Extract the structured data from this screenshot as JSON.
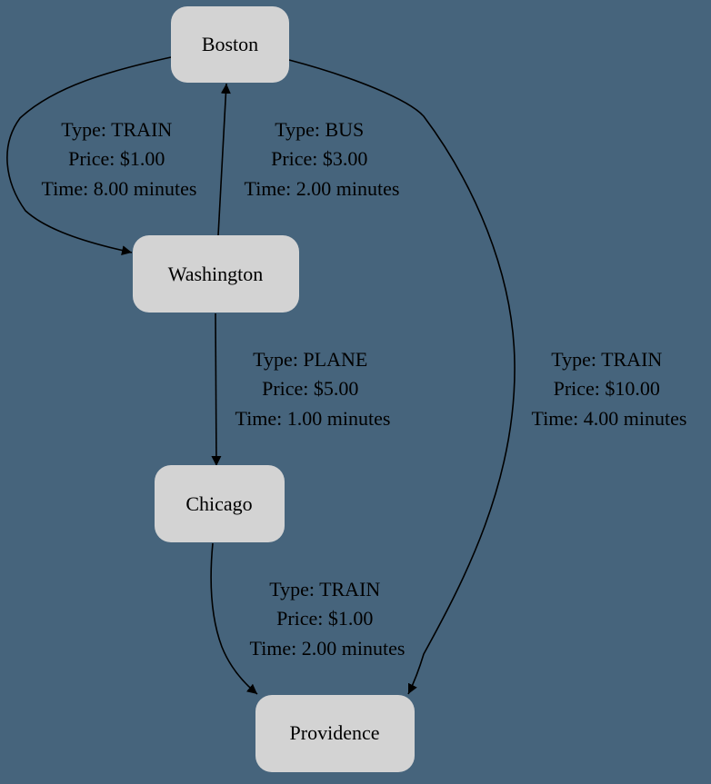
{
  "colors": {
    "background": "#46647c",
    "node_fill": "#d3d3d3",
    "edge": "#000000",
    "text": "#000000"
  },
  "nodes": {
    "boston": "Boston",
    "washington": "Washington",
    "chicago": "Chicago",
    "providence": "Providence"
  },
  "edges": [
    {
      "from": "Boston",
      "to": "Washington",
      "type": "Type: TRAIN",
      "price": "Price: $1.00",
      "time": "Time: 8.00 minutes"
    },
    {
      "from": "Washington",
      "to": "Boston",
      "type": "Type: BUS",
      "price": "Price: $3.00",
      "time": "Time: 2.00 minutes"
    },
    {
      "from": "Washington",
      "to": "Chicago",
      "type": "Type: PLANE",
      "price": "Price: $5.00",
      "time": "Time: 1.00 minutes"
    },
    {
      "from": "Chicago",
      "to": "Providence",
      "type": "Type: TRAIN",
      "price": "Price: $1.00",
      "time": "Time: 2.00 minutes"
    },
    {
      "from": "Boston",
      "to": "Providence",
      "type": "Type: TRAIN",
      "price": "Price: $10.00",
      "time": "Time: 4.00 minutes"
    }
  ]
}
